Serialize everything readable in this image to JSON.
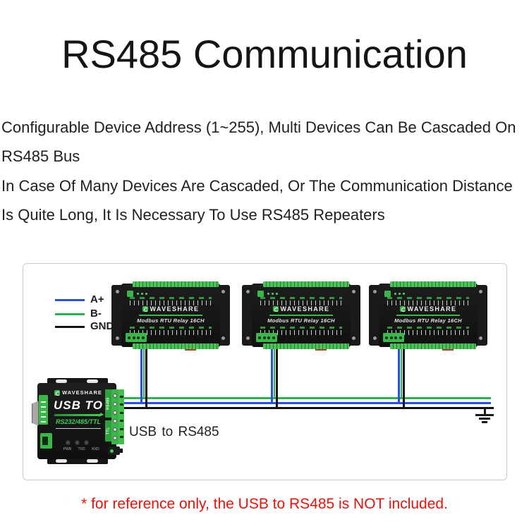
{
  "title": "RS485 Communication",
  "intro_lines": [
    "Configurable Device Address (1~255), Multi Devices Can Be Cascaded On",
    "RS485 Bus",
    "In Case Of Many Devices Are Cascaded, Or The Communication Distance",
    "Is Quite Long, It Is Necessary To Use RS485 Repeaters"
  ],
  "diagram": {
    "legend": [
      {
        "label": "A+",
        "color": "#2b50dd"
      },
      {
        "label": "B-",
        "color": "#2db34d"
      },
      {
        "label": "GND",
        "color": "#111111"
      }
    ],
    "devices": [
      {
        "brand": "WAVESHARE",
        "model": "Modbus RTU Relay 16CH"
      },
      {
        "brand": "WAVESHARE",
        "model": "Modbus RTU Relay 16CH"
      },
      {
        "brand": "WAVESHARE",
        "model": "Modbus RTU Relay 16CH"
      }
    ],
    "converter": {
      "brand": "WAVESHARE",
      "title": "USB TO",
      "subtitle": "RS232/485/TTL",
      "led_labels": [
        "PWR",
        "TXD",
        "RXD"
      ],
      "port_labels": [
        "RS485",
        "TTL"
      ]
    },
    "caption": "USB to RS485"
  },
  "footnote": "* for reference only, the USB to RS485 is NOT included.",
  "colors": {
    "wire_a_plus": "#2b50dd",
    "wire_b_minus": "#2db34d",
    "wire_gnd": "#111111",
    "accent_green": "#3cb54a",
    "note_red": "#e8120a"
  }
}
